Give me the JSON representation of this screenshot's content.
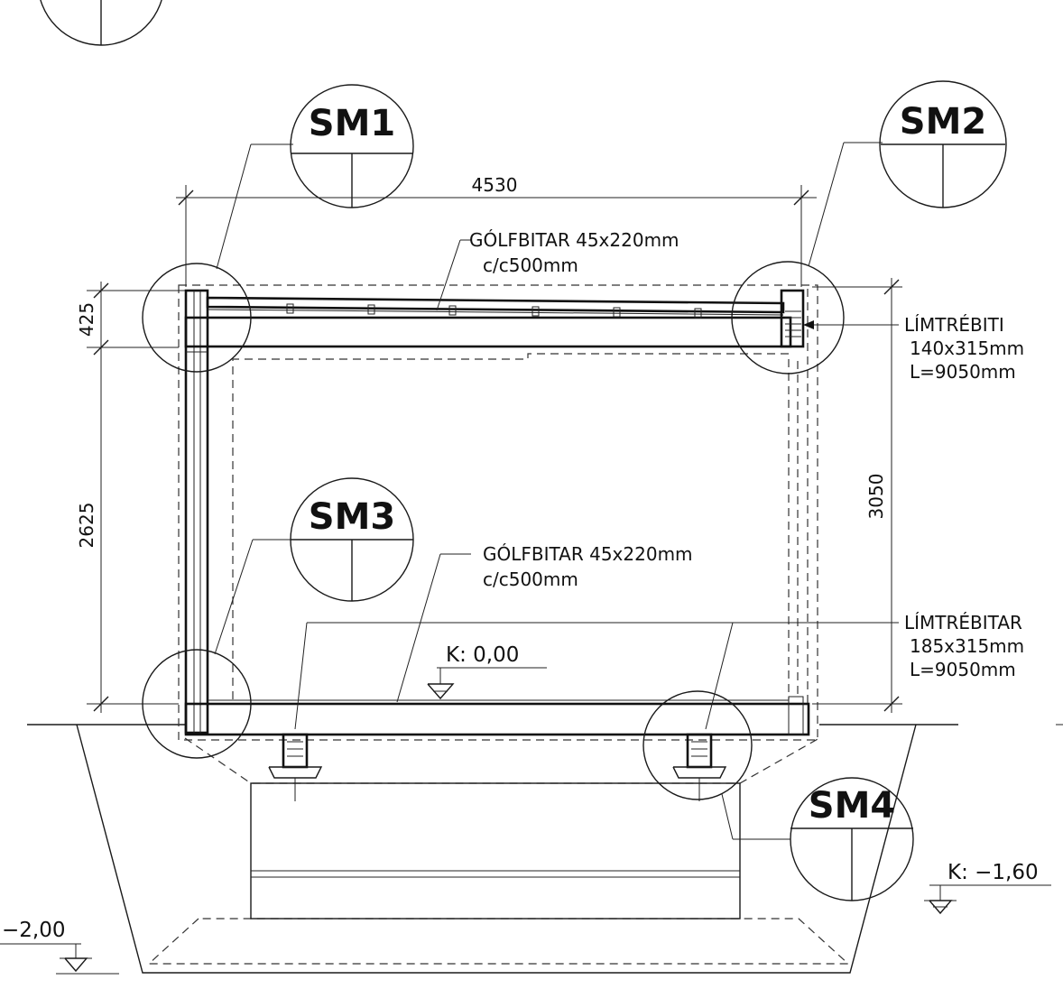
{
  "section_tags": {
    "sm1": "SM1",
    "sm2": "SM2",
    "sm3": "SM3",
    "sm4": "SM4"
  },
  "dimensions": {
    "top_width": "4530",
    "left_upper": "425",
    "left_lower": "2625",
    "right_height": "3050"
  },
  "annotations": {
    "top_joists": {
      "line1": "GÓLFBITAR 45x220mm",
      "line2": "c/c500mm"
    },
    "bottom_joists": {
      "line1": "GÓLFBITAR 45x220mm",
      "line2": "c/c500mm"
    },
    "glulam_beam": {
      "line1": "LÍMTRÉBITI",
      "line2": "140x315mm",
      "line3": "L=9050mm"
    },
    "glulam_beams": {
      "line1": "LÍMTRÉBITAR",
      "line2": "185x315mm",
      "line3": "L=9050mm"
    }
  },
  "levels": {
    "floor": "K: 0,00",
    "foundation": "K: −1,60",
    "excavation": "−2,00"
  }
}
